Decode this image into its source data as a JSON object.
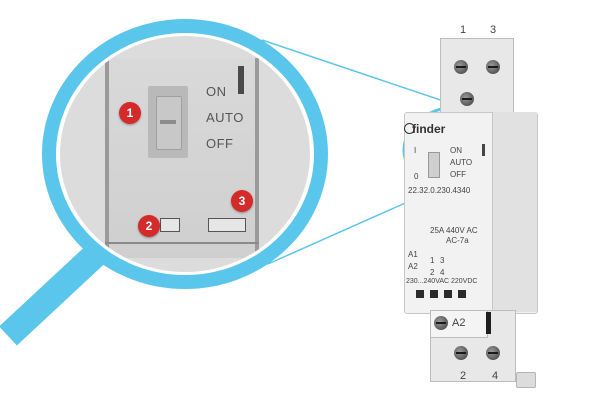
{
  "colors": {
    "lens": "#5bc6ec",
    "badge": "#d42a2a"
  },
  "inset": {
    "modes": [
      "ON",
      "AUTO",
      "OFF"
    ],
    "badges": [
      "1",
      "2",
      "3"
    ]
  },
  "device": {
    "brand": "finder",
    "top_terminals": [
      "1",
      "3"
    ],
    "bottom_terminals": [
      "2",
      "4"
    ],
    "selector_marks": [
      "I",
      "0"
    ],
    "modes": [
      "ON",
      "AUTO",
      "OFF"
    ],
    "model": "22.32.0.230.4340",
    "rating_1": "25A 440V AC",
    "rating_2": "AC-7a",
    "coil_a1": "A1",
    "coil_a2": "A2",
    "contacts": [
      "1",
      "3",
      "2",
      "4"
    ],
    "supply": "230...240VAC 220VDC",
    "a2_label": "A2",
    "brand_ring_icon": "finder-logo-icon"
  }
}
